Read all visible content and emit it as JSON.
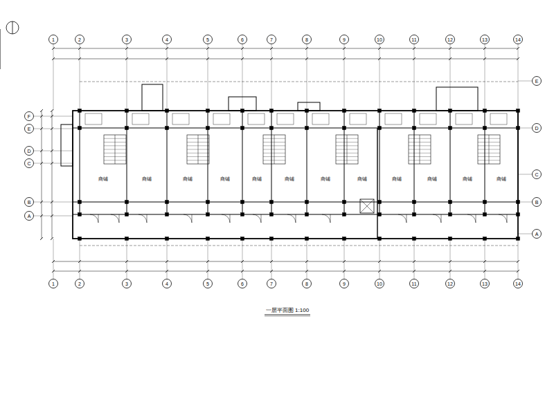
{
  "diagram": {
    "caption": "一层平面图 1:100",
    "labels": [
      "1",
      "2",
      "3",
      "4",
      "5",
      "6",
      "7",
      "8",
      "9",
      "10",
      "11",
      "12",
      "13",
      "14",
      "1",
      "2",
      "3",
      "4",
      "5",
      "6",
      "7",
      "8",
      "9",
      "10",
      "11",
      "12",
      "13",
      "14",
      "F",
      "E",
      "D",
      "C",
      "B",
      "A",
      "E",
      "D",
      "C",
      "B",
      "A",
      "商铺",
      "商铺",
      "商铺",
      "商铺",
      "商铺",
      "商铺",
      "商铺",
      "商铺",
      "商铺",
      "商铺",
      "商铺",
      "商铺"
    ]
  }
}
